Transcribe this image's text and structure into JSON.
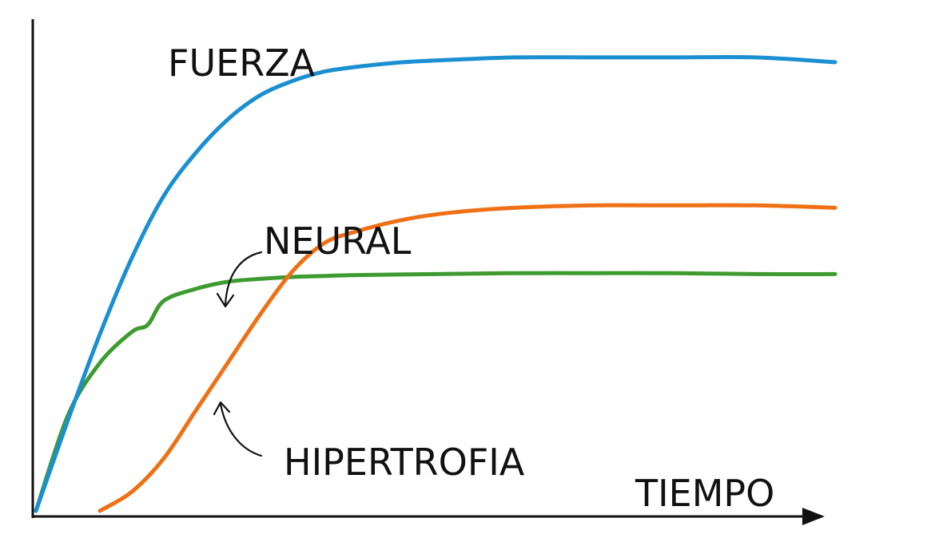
{
  "chart_data": {
    "type": "line",
    "title": "",
    "xlabel": "TIEMPO",
    "ylabel": "",
    "xlim": [
      0,
      100
    ],
    "ylim": [
      0,
      100
    ],
    "grid": false,
    "series": [
      {
        "name": "FUERZA",
        "color": "#1a8fd1",
        "x": [
          0,
          4,
          8,
          12,
          16,
          20,
          24,
          28,
          32,
          36,
          40,
          46,
          52,
          60,
          70,
          80,
          90,
          100
        ],
        "y": [
          0,
          19,
          37,
          53,
          66,
          75,
          82,
          87,
          90,
          92,
          93,
          94,
          94.5,
          95,
          95,
          95,
          95,
          94
        ]
      },
      {
        "name": "HIPERTROFIA",
        "color": "#ef7015",
        "x": [
          8,
          12,
          16,
          20,
          24,
          28,
          32,
          36,
          40,
          46,
          52,
          60,
          70,
          80,
          90,
          100
        ],
        "y": [
          0,
          4,
          11,
          21,
          31,
          41,
          50,
          56,
          58.5,
          61,
          62.5,
          63.5,
          64,
          64,
          64,
          63.5
        ]
      },
      {
        "name": "NEURAL",
        "color": "#3e9b2f",
        "x": [
          0,
          4,
          8,
          12,
          14,
          16,
          20,
          24,
          28,
          32,
          36,
          40,
          50,
          60,
          70,
          80,
          90,
          100
        ],
        "y": [
          0,
          20,
          31,
          37.5,
          39,
          44,
          46.5,
          48,
          48.6,
          49,
          49.2,
          49.4,
          49.6,
          49.8,
          49.8,
          49.8,
          49.6,
          49.6
        ]
      }
    ],
    "annotations": {
      "fuerza": "FUERZA",
      "neural": "NEURAL",
      "hipertrofia": "HIPERTROFIA"
    }
  }
}
